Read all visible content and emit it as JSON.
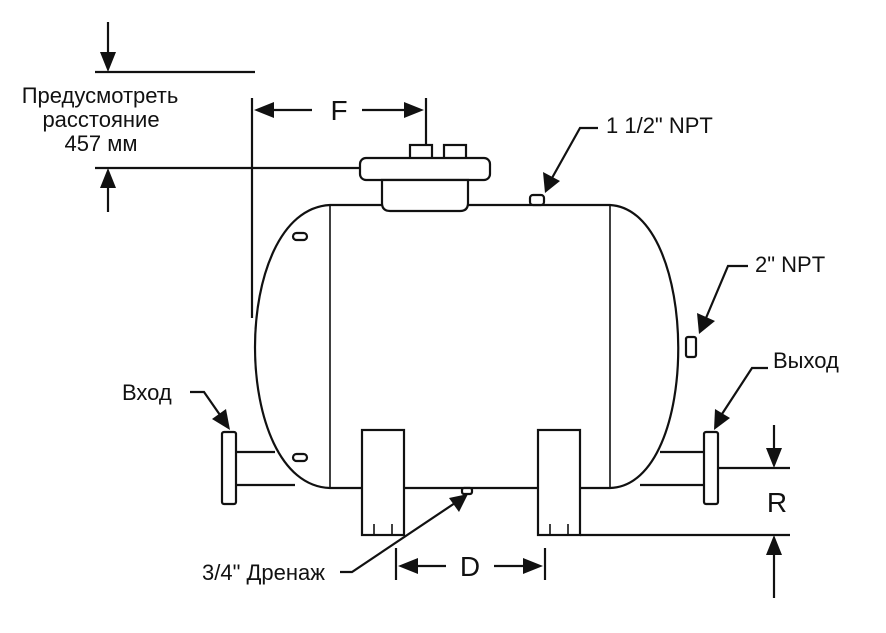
{
  "labels": {
    "clearance_line1": "Предусмотреть",
    "clearance_line2": "расстояние",
    "clearance_line3": "457 мм",
    "dim_f": "F",
    "dim_d": "D",
    "dim_r": "R",
    "port_top": "1 1/2\" NPT",
    "port_side": "2\" NPT",
    "inlet": "Вход",
    "outlet": "Выход",
    "drain": "3/4\" Дренаж"
  },
  "colors": {
    "line": "#111111",
    "background": "#ffffff"
  }
}
